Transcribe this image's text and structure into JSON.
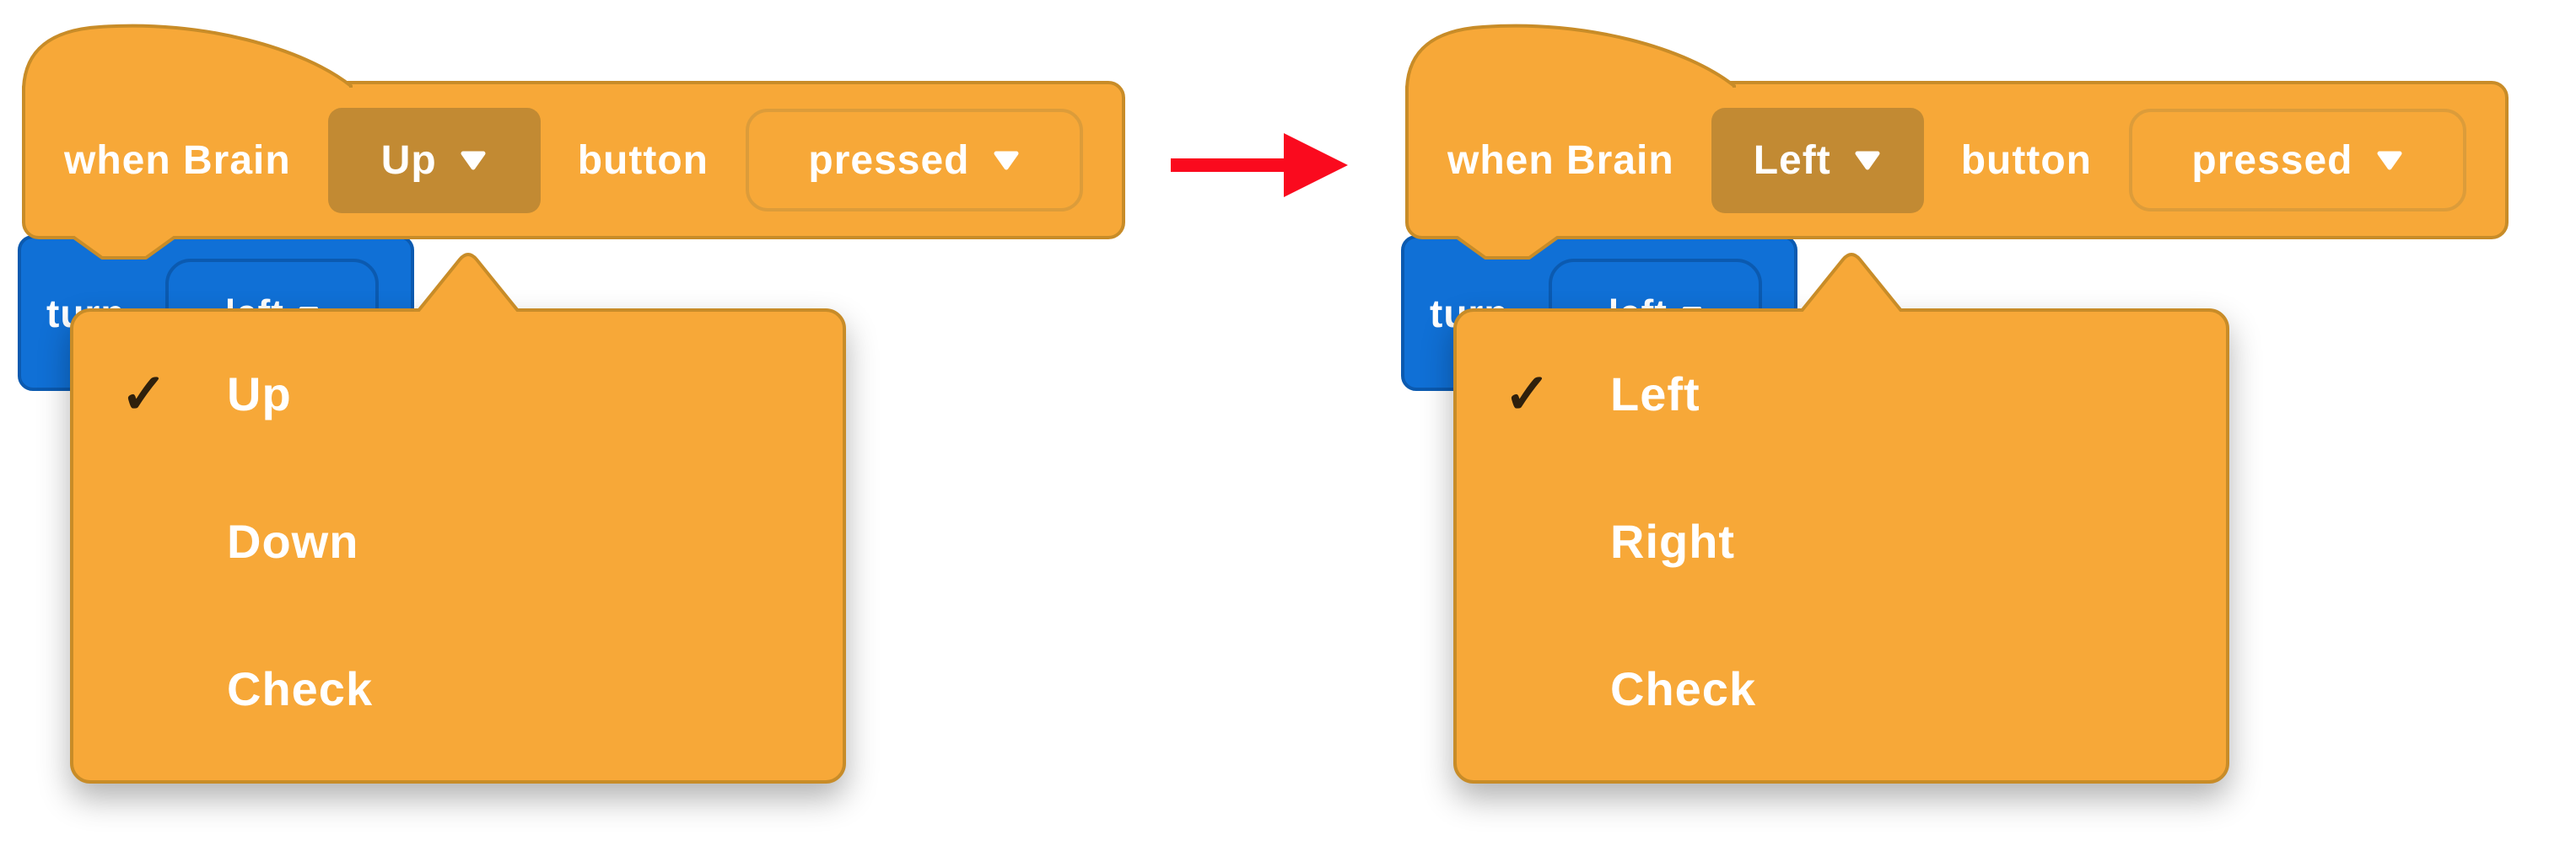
{
  "colors": {
    "block_orange": "#F7A838",
    "block_orange_border": "#C88C28",
    "selected_pill": "#C28A33",
    "outline_pill_border": "#DC9C3A",
    "block_blue": "#1070D6",
    "block_blue_border": "#0B5AB0",
    "menu_check": "#2F200C",
    "arrow_red": "#FA0A1E",
    "text": "#FFFFFF"
  },
  "left_script": {
    "hat_block": {
      "when_label": "when Brain",
      "button_select_value": "Up",
      "button_label": "button",
      "state_select_value": "pressed"
    },
    "turn_block": {
      "label": "turn",
      "direction_select_value": "left"
    },
    "dropdown_menu": {
      "check_glyph": "✓",
      "items": [
        {
          "label": "Up",
          "checked": true
        },
        {
          "label": "Down",
          "checked": false
        },
        {
          "label": "Check",
          "checked": false
        }
      ]
    }
  },
  "right_script": {
    "hat_block": {
      "when_label": "when Brain",
      "button_select_value": "Left",
      "button_label": "button",
      "state_select_value": "pressed"
    },
    "turn_block": {
      "label": "turn",
      "direction_select_value": "left"
    },
    "dropdown_menu": {
      "check_glyph": "✓",
      "items": [
        {
          "label": "Left",
          "checked": true
        },
        {
          "label": "Right",
          "checked": false
        },
        {
          "label": "Check",
          "checked": false
        }
      ]
    }
  }
}
